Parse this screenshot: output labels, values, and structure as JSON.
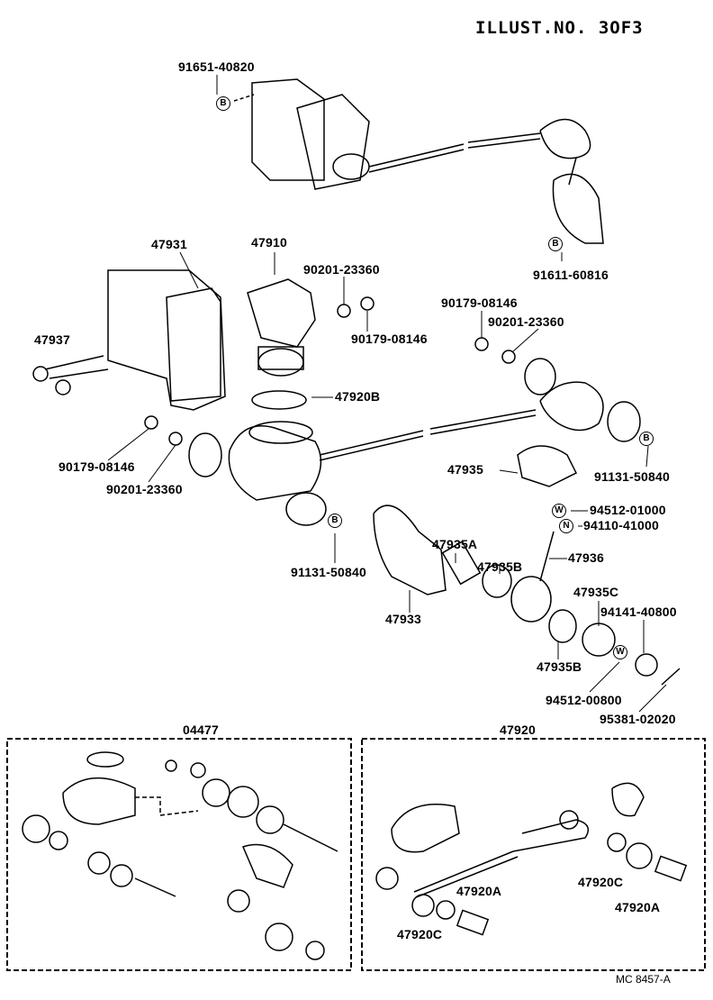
{
  "header": {
    "illustration_no": "ILLUST.NO. 3OF3"
  },
  "parts": {
    "p91651_40820": "91651-40820",
    "p91611_60816": "91611-60816",
    "p47931": "47931",
    "p47910": "47910",
    "p90201_23360_a": "90201-23360",
    "p90179_08146_a": "90179-08146",
    "p47937": "47937",
    "p47920B": "47920B",
    "p90179_08146_b": "90179-08146",
    "p90201_23360_b": "90201-23360",
    "p90179_08146_c": "90179-08146",
    "p90201_23360_c": "90201-23360",
    "p91131_50840_a": "91131-50840",
    "p47935": "47935",
    "p94512_01000": "94512-01000",
    "p94110_41000": "94110-41000",
    "p47935A": "47935A",
    "p47935B_a": "47935B",
    "p47936": "47936",
    "p91131_50840_b": "91131-50840",
    "p47933": "47933",
    "p47935C": "47935C",
    "p94141_40800": "94141-40800",
    "p47935B_b": "47935B",
    "p94512_00800": "94512-00800",
    "p95381_02020": "95381-02020"
  },
  "kits": {
    "left": {
      "label": "04477"
    },
    "right": {
      "label": "47920",
      "items": [
        "47920A",
        "47920C",
        "47920A",
        "47920C"
      ]
    }
  },
  "markers": {
    "b": "B",
    "w": "W",
    "n": "N"
  },
  "footer": {
    "ref": "MC 8457-A"
  }
}
